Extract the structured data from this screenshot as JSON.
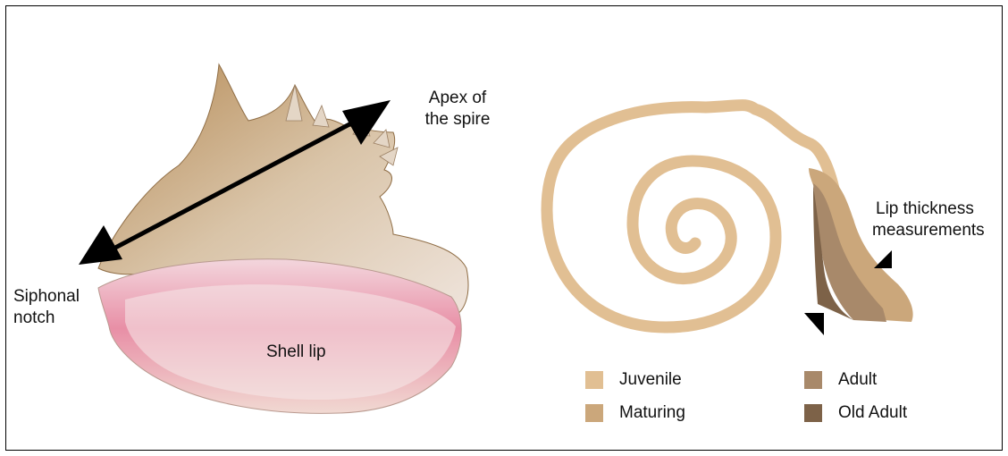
{
  "photo": {
    "labels": {
      "apex": [
        "Apex of",
        "the spire"
      ],
      "siphonal": [
        "Siphonal",
        "notch"
      ],
      "lip": "Shell lip"
    }
  },
  "diagram": {
    "lip_label": [
      "Lip thickness",
      "measurements"
    ],
    "legend": [
      {
        "label": "Juvenile",
        "color": "#e1bf93"
      },
      {
        "label": "Maturing",
        "color": "#cba77b"
      },
      {
        "label": "Adult",
        "color": "#a8896a"
      },
      {
        "label": "Old Adult",
        "color": "#7d6248"
      }
    ]
  }
}
